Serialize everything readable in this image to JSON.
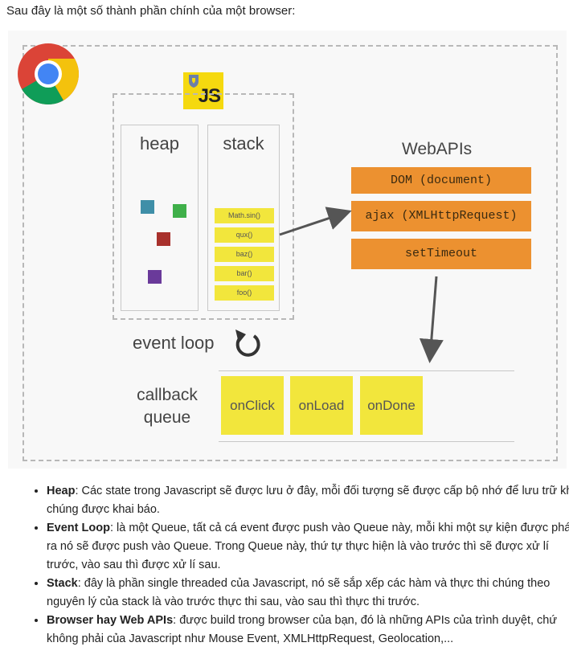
{
  "intro_text": "Sau đây là một số thành phần chính của một browser:",
  "diagram": {
    "js_logo_text": "JS",
    "heap_title": "heap",
    "stack_title": "stack",
    "stack_frames": [
      "Math.sin()",
      "qux()",
      "baz()",
      "bar()",
      "foo()"
    ],
    "webapis_title": "WebAPIs",
    "webapis": [
      "DOM (document)",
      "ajax (XMLHttpRequest)",
      "setTimeout"
    ],
    "event_loop_label": "event loop",
    "callback_queue_label_line1": "callback",
    "callback_queue_label_line2": "queue",
    "queue_items": [
      "onClick",
      "onLoad",
      "onDone"
    ],
    "colors": {
      "api_orange": "#ec9130",
      "frame_yellow": "#f2e63c",
      "heap_blue": "#3f8fa8",
      "heap_green": "#3fb04a",
      "heap_red": "#a8312c",
      "heap_purple": "#6a3a9a"
    }
  },
  "bullets": [
    {
      "term": "Heap",
      "text": ": Các state trong Javascript sẽ được lưu ở đây, mỗi đối tượng sẽ được cấp bộ nhớ để lưu trữ khi chúng được khai báo."
    },
    {
      "term": "Event Loop",
      "text": ": là một Queue, tất cả cá event được push vào Queue này, mỗi khi một sự kiện được phát ra nó sẽ được push vào Queue. Trong Queue này, thứ tự thực hiện là vào trước thì sẽ được xử lí trước, vào sau thì được xử lí sau."
    },
    {
      "term": "Stack",
      "text": ": đây là phần single threaded của Javascript, nó sẽ sắp xếp các hàm và thực thi chúng theo nguyên lý của stack là vào trước thực thi sau, vào sau thì thực thi trước."
    },
    {
      "term": "Browser hay Web APIs",
      "text": ": được build trong browser của bạn, đó là những APIs của trình duyệt, chứ không phải của Javascript như Mouse Event, XMLHttpRequest, Geolocation,..."
    }
  ]
}
